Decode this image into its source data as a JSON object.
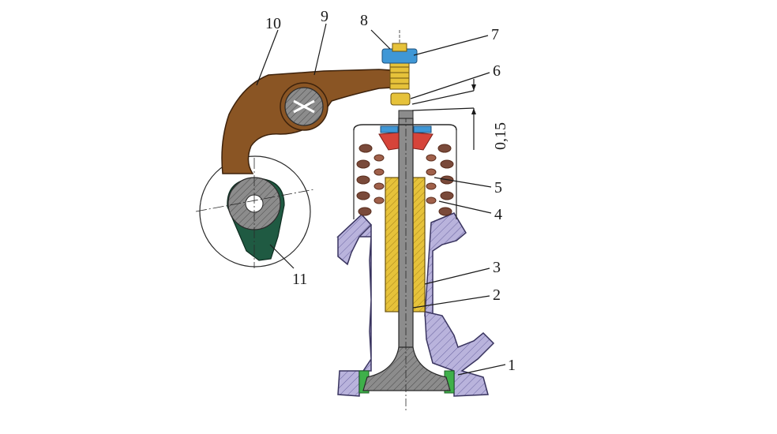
{
  "labels": {
    "l1": "1",
    "l2": "2",
    "l3": "3",
    "l4": "4",
    "l5": "5",
    "l6": "6",
    "l7": "7",
    "l8": "8",
    "l9": "9",
    "l10": "10",
    "l11": "11"
  },
  "dimension": "0,15",
  "colors": {
    "head": "#b9b3dc",
    "guide": "#e6c23a",
    "arm": "#8a5524",
    "cam": "#1f5a42",
    "shaft": "#8c8c8c",
    "adjuster": "#3f97d6",
    "spring": "#7a4a3a",
    "seat": "#3fb04a",
    "cap": "#d6443a"
  }
}
